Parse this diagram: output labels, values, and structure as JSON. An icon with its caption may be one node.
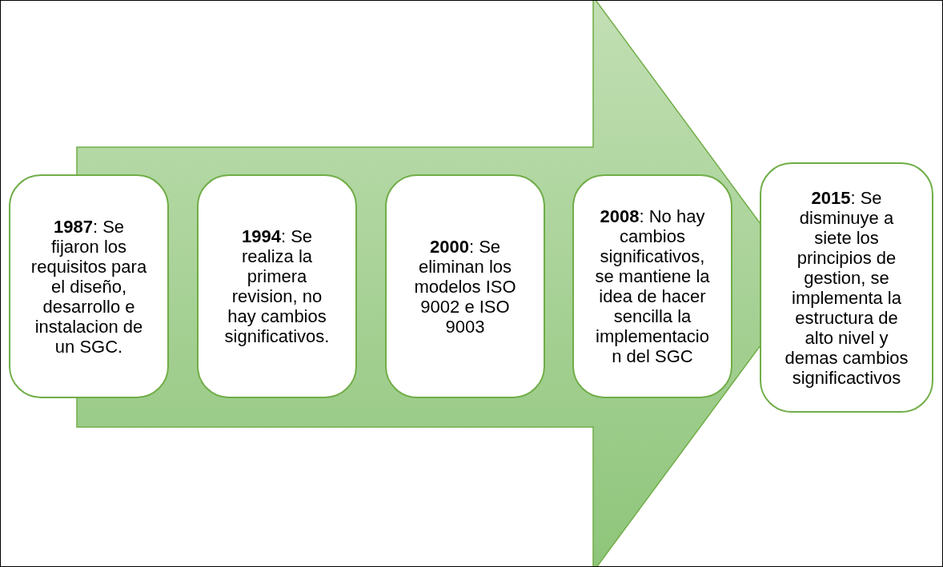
{
  "diagram": {
    "nodes": [
      {
        "text": [
          "**1987**: Se fijaron los requisitos para el diseño, desarrollo e instalacion de un SGC."
        ]
      },
      {
        "text": [
          "**1994**: Se realiza la primera revision, no hay cambios significativos."
        ]
      },
      {
        "text": [
          "**2000**: Se eliminan los modelos ISO 9002 e ISO 9003"
        ]
      },
      {
        "text": [
          "**2008**: No hay cambios significativos, se mantiene la idea de hacer sencilla la implementacion del SGC"
        ]
      },
      {
        "text": [
          "**2015**: Se disminuye a siete los principios de gestion, se implementa la estructura de alto nivel y demas cambios significactivos"
        ]
      }
    ],
    "edges": [
      {
        "from": 0,
        "to": 4,
        "arrow": "to"
      }
    ]
  }
}
